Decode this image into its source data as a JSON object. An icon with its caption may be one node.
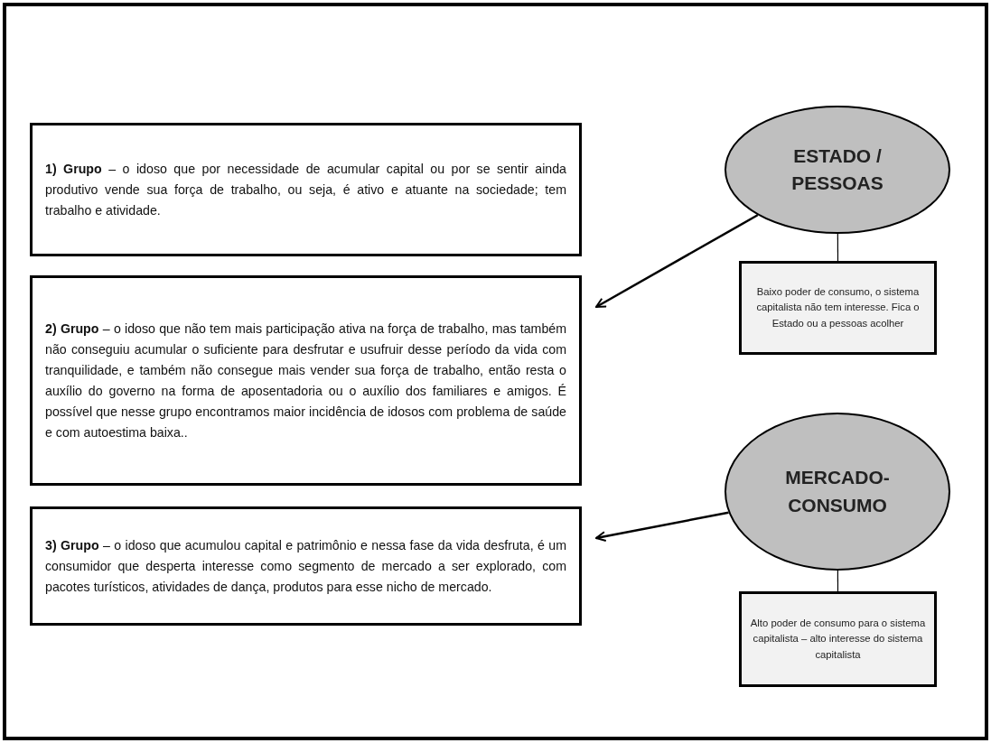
{
  "diagram": {
    "nodes": [
      {
        "text": [
          "**1) Grupo** – o idoso que por necessidade de acumular capital ou por se sentir ainda produtivo vende sua força de trabalho, ou seja, é ativo e atuante na sociedade; tem trabalho e atividade."
        ]
      },
      {
        "text": [
          "**2) Grupo** – o idoso que não tem mais participação ativa na força de trabalho, mas também não conseguiu acumular o suficiente para desfrutar e usufruir desse período da vida com tranquilidade, e também não consegue mais vender sua força de trabalho, então resta o auxílio do governo na forma de aposentadoria ou o auxílio dos familiares e amigos. É possível que nesse grupo encontramos maior incidência de idosos com problema de saúde e com autoestima baixa.."
        ]
      },
      {
        "text": [
          "**3) Grupo** – o idoso que acumulou capital e patrimônio e nessa fase da vida desfruta, é um consumidor que desperta interesse como segmento de mercado a ser explorado, com pacotes turísticos, atividades de dança, produtos para esse nicho de mercado."
        ]
      },
      {
        "text": [
          "ESTADO / PESSOAS"
        ]
      },
      {
        "text": [
          "Baixo poder de consumo, o sistema capitalista não tem interesse. Fica o Estado ou a pessoas acolher"
        ]
      },
      {
        "text": [
          "MERCADO- CONSUMO"
        ]
      },
      {
        "text": [
          "Alto poder de consumo para o sistema capitalista – alto interesse do sistema capitalista"
        ]
      }
    ],
    "edges": [
      {
        "from": 3,
        "to": 1,
        "arrow": "to"
      },
      {
        "from": 3,
        "to": 4,
        "arrow": "none"
      },
      {
        "from": 5,
        "to": 2,
        "arrow": "to"
      },
      {
        "from": 5,
        "to": 6,
        "arrow": "none"
      }
    ]
  }
}
